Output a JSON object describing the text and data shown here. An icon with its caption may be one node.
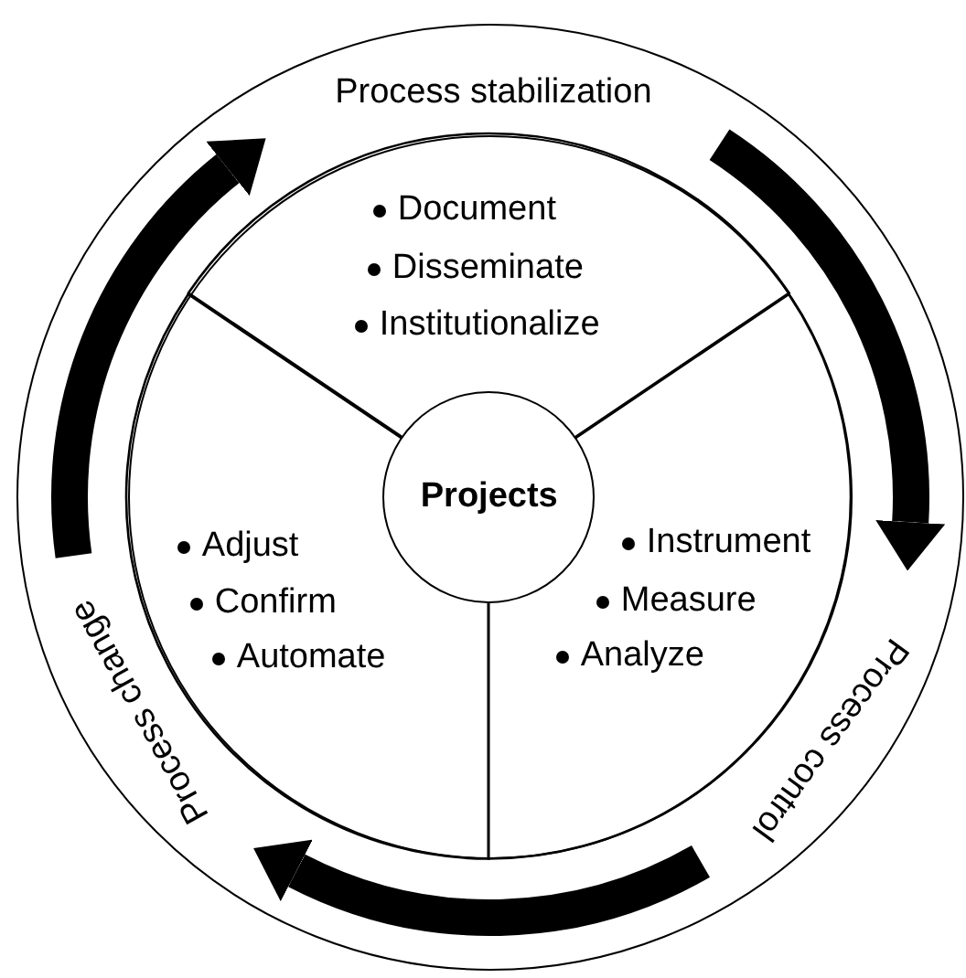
{
  "diagram": {
    "nodes": [
      {
        "text": [],
        "shape": "circle"
      },
      {
        "text": [
          "Process stabilization"
        ],
        "in": 0
      },
      {
        "text": [
          "Process control"
        ],
        "in": 0
      },
      {
        "text": [
          "Process change"
        ],
        "in": 0
      },
      {
        "text": [],
        "shape": "circle",
        "in": 0
      },
      {
        "text": [
          "Document",
          "Disseminate",
          "Institutionalize"
        ],
        "in": 4
      },
      {
        "text": [
          "Adjust",
          "Confirm",
          "Automate"
        ],
        "in": 4
      },
      {
        "text": [
          "Instrument",
          "Measure",
          "Analyze"
        ],
        "in": 4
      },
      {
        "text": [
          "Projects"
        ],
        "in": 4
      }
    ],
    "edges": [
      {
        "from": 1,
        "to": 2,
        "arrow": "to"
      },
      {
        "from": 2,
        "to": 3,
        "arrow": "to"
      },
      {
        "from": 3,
        "to": 1,
        "arrow": "to"
      }
    ]
  }
}
